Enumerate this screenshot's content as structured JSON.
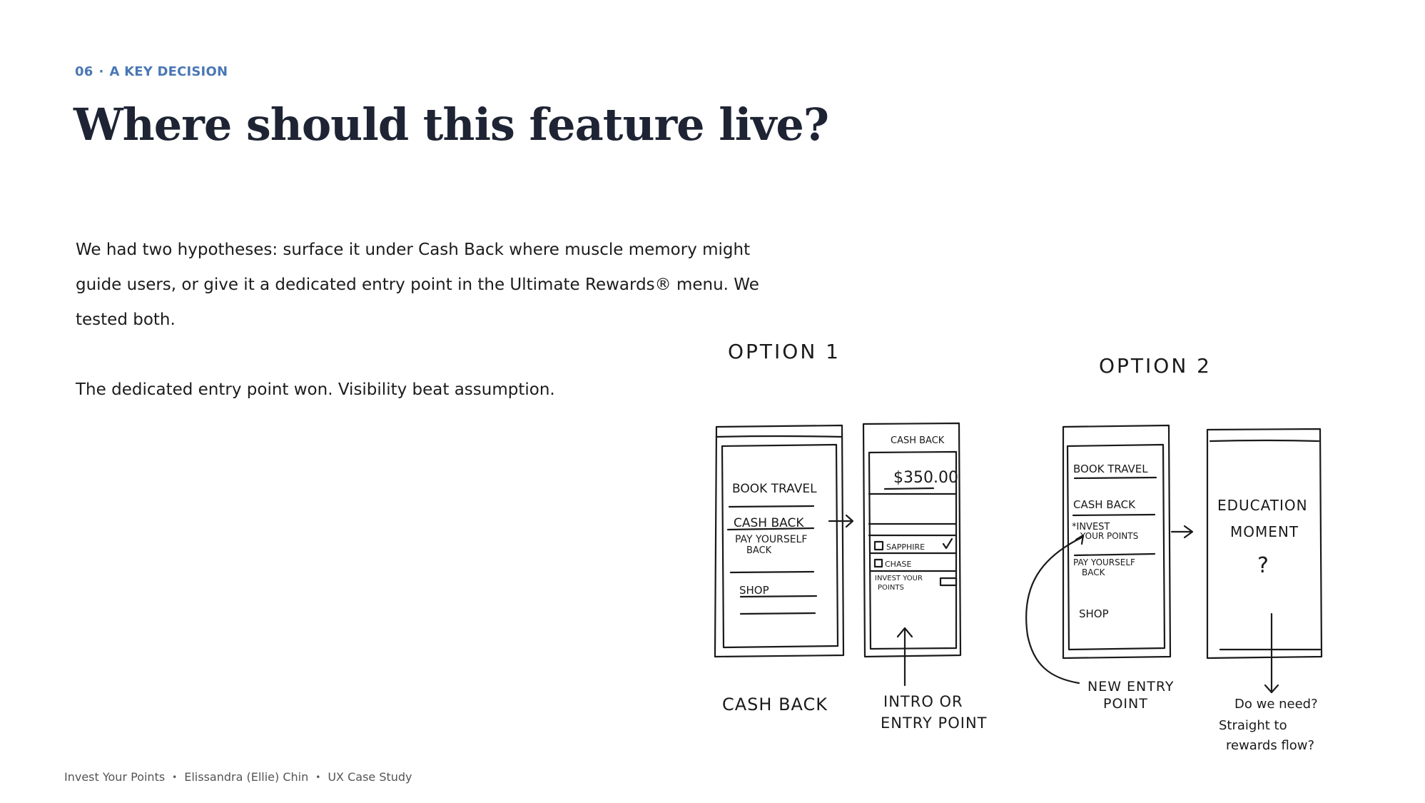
{
  "header": {
    "section_number": "06",
    "separator": "·",
    "section_label": "A KEY DECISION"
  },
  "title": "Where should this feature live?",
  "body": {
    "paragraph1": "We had two hypotheses: surface it under Cash Back where muscle memory might guide users, or give it a dedicated entry point in the Ultimate Rewards® menu. We tested both.",
    "paragraph2": "The dedicated entry point won. Visibility beat assumption."
  },
  "sketch": {
    "option1_label": "OPTION 1",
    "option2_label": "OPTION 2",
    "screen1": {
      "items": [
        "BOOK TRAVEL",
        "CASH BACK",
        "PAY YOURSELF",
        "BACK",
        "SHOP"
      ],
      "caption": "CASH BACK"
    },
    "screen2": {
      "header": "CASH BACK",
      "amount": "$350.00",
      "rows": [
        "SAPPHIRE",
        "CHASE",
        "INVEST YOUR",
        "POINTS"
      ],
      "caption_line1": "INTRO OR",
      "caption_line2": "ENTRY POINT"
    },
    "screen3": {
      "items": [
        "BOOK TRAVEL",
        "CASH BACK",
        "*INVEST",
        "YOUR POINTS",
        "PAY YOURSELF",
        "BACK",
        "SHOP"
      ],
      "caption_line1": "NEW ENTRY",
      "caption_line2": "POINT"
    },
    "screen4": {
      "line1": "EDUCATION",
      "line2": "MOMENT",
      "mark": "?",
      "caption_line1": "Do we need?",
      "caption_line2": "Straight to",
      "caption_line3": "rewards flow?"
    }
  },
  "footer": {
    "project": "Invest Your Points",
    "author": "Elissandra (Ellie) Chin",
    "type": "UX Case Study",
    "separator": "•"
  }
}
